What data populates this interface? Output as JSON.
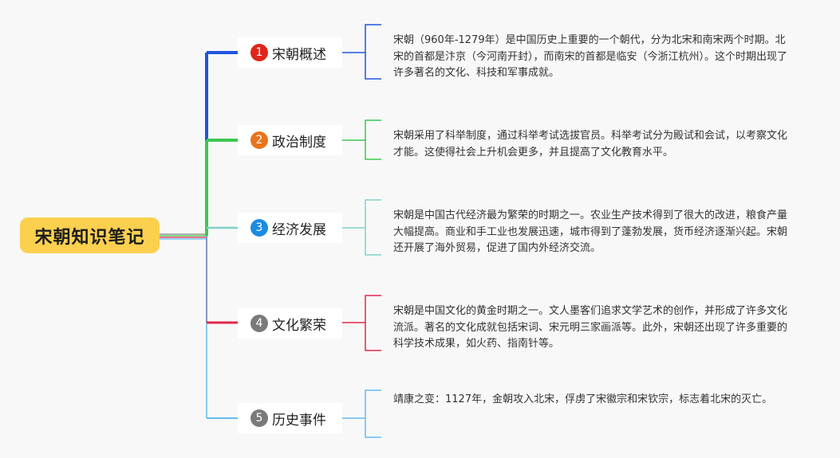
{
  "root": {
    "label": "宋朝知识笔记"
  },
  "branches": [
    {
      "num": "1",
      "label": "宋朝概述",
      "color": "#1f55e0",
      "badge_color": "#e0261a",
      "text": "宋朝（960年-1279年）是中国历史上重要的一个朝代，分为北宋和南宋两个时期。北宋的首都是汴京（今河南开封），而南宋的首都是临安（今浙江杭州）。这个时期出现了许多著名的文化、科技和军事成就。"
    },
    {
      "num": "2",
      "label": "政治制度",
      "color": "#3cc850",
      "badge_color": "#e8741c",
      "text": "宋朝采用了科举制度，通过科举考试选拔官员。科举考试分为殿试和会试，以考察文化才能。这使得社会上升机会更多，并且提高了文化教育水平。"
    },
    {
      "num": "3",
      "label": "经济发展",
      "color": "#7fd2c8",
      "badge_color": "#1c8ce0",
      "text": "宋朝是中国古代经济最为繁荣的时期之一。农业生产技术得到了很大的改进，粮食产量大幅提高。商业和手工业也发展迅速，城市得到了蓬勃发展，货币经济逐渐兴起。宋朝还开展了海外贸易，促进了国内外经济交流。"
    },
    {
      "num": "4",
      "label": "文化繁荣",
      "color": "#e0284a",
      "badge_color": "#7a7a7a",
      "text": "宋朝是中国文化的黄金时期之一。文人墨客们追求文学艺术的创作，并形成了许多文化流派。著名的文化成就包括宋词、宋元明三家画派等。此外，宋朝还出现了许多重要的科学技术成果，如火药、指南针等。"
    },
    {
      "num": "5",
      "label": "历史事件",
      "color": "#62bcf0",
      "badge_color": "#7a7a7a",
      "text": "靖康之变：1127年，金朝攻入北宋，俘虏了宋徽宗和宋钦宗，标志着北宋的灭亡。"
    }
  ]
}
